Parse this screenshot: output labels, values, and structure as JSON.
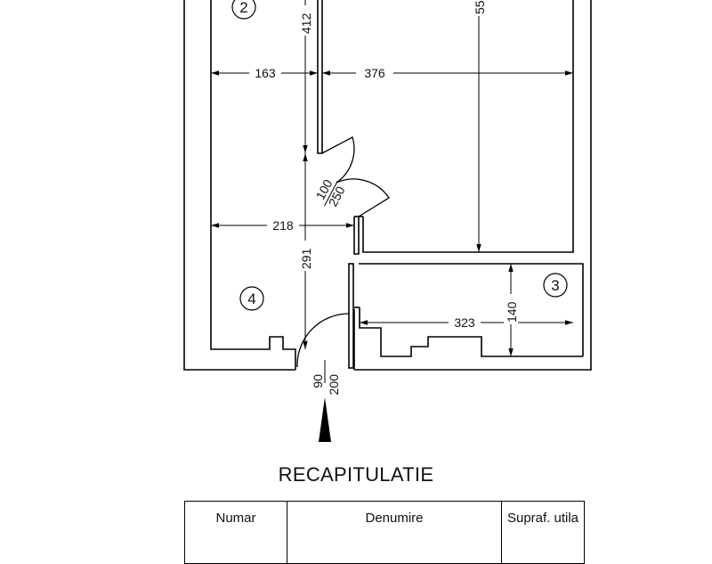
{
  "rooms": [
    {
      "number": "2"
    },
    {
      "number": "3"
    },
    {
      "number": "4"
    }
  ],
  "dimensions": {
    "room2_height": "412",
    "room1_height_partial": "55",
    "room2_width": "163",
    "room1_width": "376",
    "room4_width": "218",
    "room4_height": "291",
    "room3_width": "323",
    "room3_height": "140"
  },
  "doors": [
    {
      "width": "100",
      "height": "250"
    },
    {
      "width": "90",
      "height": "200"
    }
  ],
  "recap": {
    "title": "RECAPITULATIE",
    "columns": [
      "Numar",
      "Denumire",
      "Supraf. utila"
    ]
  }
}
